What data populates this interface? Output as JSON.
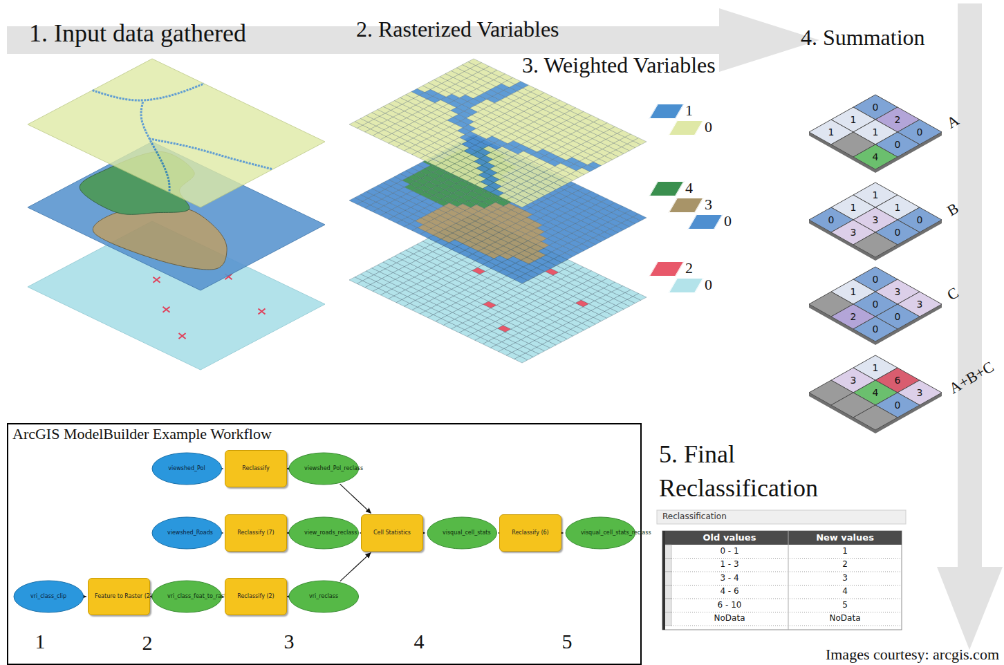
{
  "diagram": {
    "nodes": [
      {
        "text": [
          "ArcGIS ModelBuilder Example Workflow"
        ]
      },
      {
        "text": [
          "viewshed_Pol"
        ],
        "in": 0
      },
      {
        "text": [
          "Reclassify"
        ],
        "in": 0
      },
      {
        "text": [
          "viewshed_Pol_reclass"
        ],
        "in": 0
      },
      {
        "text": [
          "viewshed_Roads"
        ],
        "in": 0
      },
      {
        "text": [
          "Reclassify (7)"
        ],
        "in": 0
      },
      {
        "text": [
          "view_roads_reclass"
        ],
        "in": 0
      },
      {
        "text": [
          "Cell Statistics"
        ],
        "in": 0
      },
      {
        "text": [
          "visqual_cell_stats"
        ],
        "in": 0
      },
      {
        "text": [
          "Reclassify (6)"
        ],
        "in": 0
      },
      {
        "text": [
          "visqual_cell_stats_reclass"
        ],
        "in": 0
      },
      {
        "text": [
          "vri_class_clip"
        ],
        "in": 0
      },
      {
        "text": [
          "Feature to Raster (2)"
        ],
        "in": 0
      },
      {
        "text": [
          "vri_class_feat_to_rast"
        ],
        "in": 0
      },
      {
        "text": [
          "Reclassify (2)"
        ],
        "in": 0
      },
      {
        "text": [
          "vri_reclass"
        ],
        "in": 0
      }
    ],
    "edges": [
      {
        "from": 1,
        "to": 2,
        "arrow": "to"
      },
      {
        "from": 2,
        "to": 3,
        "arrow": "to"
      },
      {
        "from": 3,
        "to": 7,
        "arrow": "to"
      },
      {
        "from": 4,
        "to": 5,
        "arrow": "to"
      },
      {
        "from": 5,
        "to": 6,
        "arrow": "to"
      },
      {
        "from": 6,
        "to": 7,
        "arrow": "to"
      },
      {
        "from": 7,
        "to": 8,
        "arrow": "to"
      },
      {
        "from": 8,
        "to": 9,
        "arrow": "to"
      },
      {
        "from": 9,
        "to": 10,
        "arrow": "to"
      },
      {
        "from": 11,
        "to": 12,
        "arrow": "to"
      },
      {
        "from": 12,
        "to": 13,
        "arrow": "to"
      },
      {
        "from": 13,
        "to": 14,
        "arrow": "to"
      },
      {
        "from": 14,
        "to": 15,
        "arrow": "to"
      },
      {
        "from": 15,
        "to": 7,
        "arrow": "to"
      }
    ],
    "labels": [
      "1. Input data gathered",
      "2. Rasterized Variables",
      "3. Weighted Variables",
      "4. Summation",
      "0",
      "2",
      "0",
      "1",
      "1",
      "0",
      "1",
      "4",
      "A",
      "1",
      "1",
      "0",
      "1",
      "3",
      "0",
      "0",
      "3",
      "B",
      "0",
      "3",
      "3",
      "1",
      "0",
      "0",
      "2",
      "0",
      "C",
      "1",
      "6",
      "3",
      "3",
      "4",
      "0",
      "A+B+C",
      "5. Final Reclassification",
      "Reclassification",
      "Old values",
      "New values",
      "0 - 1",
      "1",
      "1 - 3",
      "2",
      "3 - 4",
      "3",
      "4 - 6",
      "4",
      "6 - 10",
      "5",
      "NoData",
      "NoData",
      "1",
      "2",
      "3",
      "4",
      "5",
      "Images courtesy: arcgis.com"
    ],
    "legend": [
      {
        "text": "1",
        "color": "#4a8fd0"
      },
      {
        "text": "0",
        "color": "#dfe8a6"
      },
      {
        "text": "4",
        "color": "#3a8f4e"
      },
      {
        "text": "3",
        "color": "#a89468"
      },
      {
        "text": "0",
        "color": "#4f8fd0"
      },
      {
        "text": "2",
        "color": "#e8586a"
      },
      {
        "text": "0",
        "color": "#b3e3ea"
      }
    ]
  }
}
